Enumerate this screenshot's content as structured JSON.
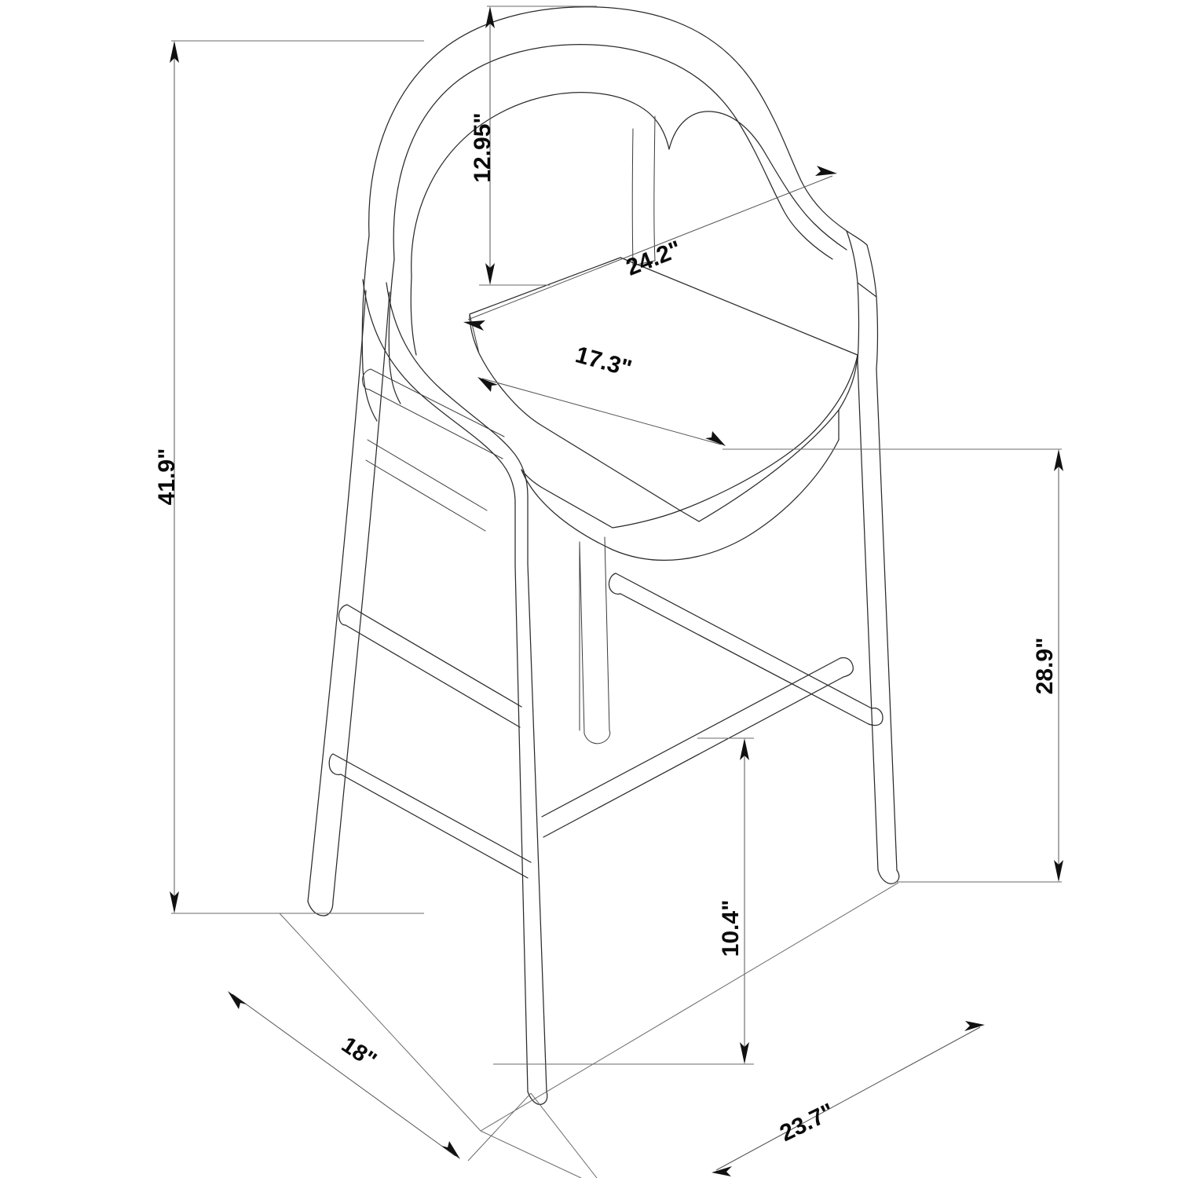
{
  "drawing": {
    "title": "Bar Stool Technical Dimension Drawing",
    "subject": "wooden-bar-stool-with-curved-back-and-arms",
    "projection": "isometric-perspective",
    "units": "inches",
    "line_color": "#2b2b2b",
    "dimension_line_color": "#555555",
    "text_color": "#0a0a0a",
    "background_color": "#ffffff"
  },
  "dimensions": {
    "overall_height": {
      "label": "41.9\"",
      "value": 41.9,
      "unit": "in",
      "orientation": "vertical-left",
      "rotation_deg": -90,
      "describes": "total-stool-height-floor-to-top-of-backrest"
    },
    "back_height": {
      "label": "12.95\"",
      "value": 12.95,
      "unit": "in",
      "orientation": "vertical-upper",
      "rotation_deg": -90,
      "describes": "backrest-height-above-seat"
    },
    "overall_width": {
      "label": "24.2\"",
      "value": 24.2,
      "unit": "in",
      "orientation": "diagonal-upper-right",
      "rotation_deg": -26,
      "describes": "seat-width-across-arms"
    },
    "seat_depth": {
      "label": "17.3\"",
      "value": 17.3,
      "unit": "in",
      "orientation": "diagonal-lower-right",
      "rotation_deg": 26,
      "describes": "seat-depth-front-to-back"
    },
    "seat_height": {
      "label": "28.9\"",
      "value": 28.9,
      "unit": "in",
      "orientation": "vertical-right",
      "rotation_deg": -90,
      "describes": "seat-height-from-floor"
    },
    "footrest_height": {
      "label": "10.4\"",
      "value": 10.4,
      "unit": "in",
      "orientation": "vertical-inner-right",
      "rotation_deg": -90,
      "describes": "footrest-stretcher-height-from-floor"
    },
    "base_depth": {
      "label": "18\"",
      "value": 18,
      "unit": "in",
      "orientation": "diagonal-lower-left",
      "rotation_deg": 34,
      "describes": "leg-splay-depth-at-floor"
    },
    "base_width": {
      "label": "23.7\"",
      "value": 23.7,
      "unit": "in",
      "orientation": "diagonal-lower-right",
      "rotation_deg": -26,
      "describes": "leg-splay-width-at-floor"
    }
  },
  "parts": {
    "backrest": "curved-wrap-around-backrest",
    "armrest": "integrated-curved-armrest",
    "seat": "solid-saddle-seat",
    "legs": "four-splayed-tapered-legs",
    "stretchers": "lower-cross-stretchers-footrest"
  }
}
